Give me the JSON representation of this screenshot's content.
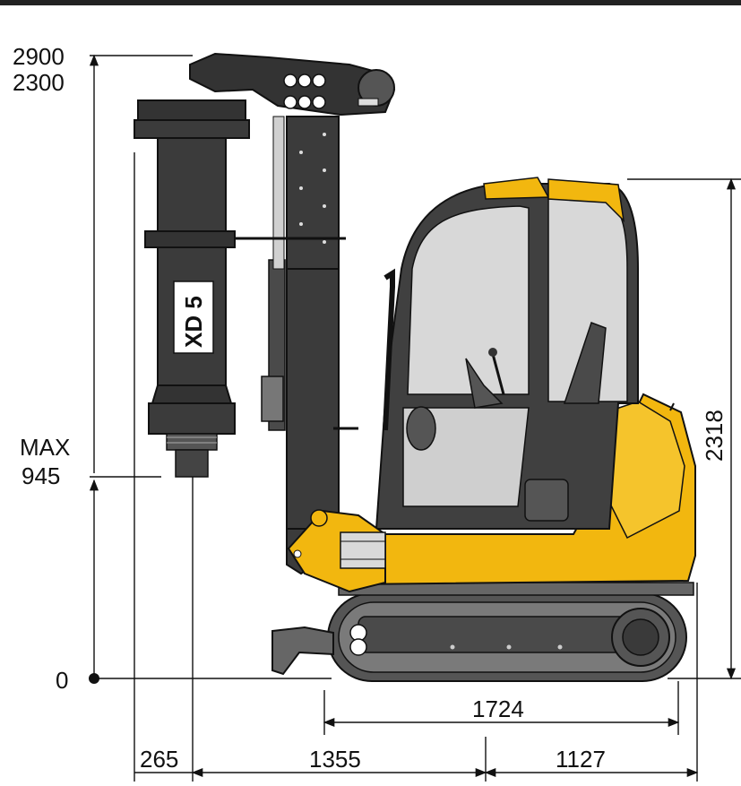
{
  "labels": {
    "height_max": "2900",
    "height_min": "2300",
    "depth_prefix": "MAX",
    "depth_value": "945",
    "origin": "0",
    "cab_height": "2318",
    "track_length": "1724",
    "offset_left": "265",
    "offset_mid": "1355",
    "offset_right": "1127",
    "model": "XD 5"
  },
  "colors": {
    "machine_yellow": "#f2b70f",
    "mast_dark": "#3b3b3b",
    "track_gray": "#6a6a6a",
    "glass_gray": "#d8d8d8",
    "outline": "#111111"
  }
}
